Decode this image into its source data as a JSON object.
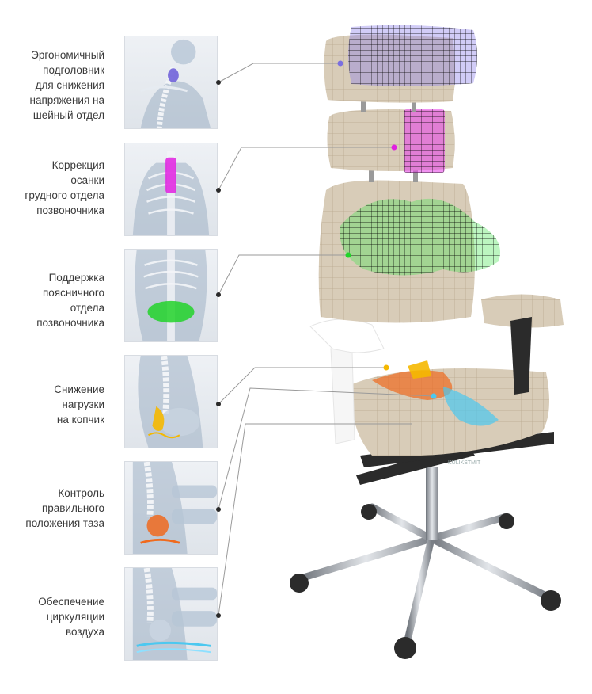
{
  "features": [
    {
      "lines": [
        "Эргономичный",
        "подголовник",
        "для снижения",
        "напряжения на",
        "шейный отдел"
      ],
      "highlight": "headrest",
      "color": "#7b6fe0"
    },
    {
      "lines": [
        "Коррекция",
        "осанки",
        "грудного отдела",
        "позвоночника"
      ],
      "highlight": "thoracic",
      "color": "#e020e0"
    },
    {
      "lines": [
        "Поддержка",
        "поясничного",
        "отдела",
        "позвоночника"
      ],
      "highlight": "lumbar",
      "color": "#22d42a"
    },
    {
      "lines": [
        "Снижение",
        "нагрузки",
        "на копчик"
      ],
      "highlight": "coccyx",
      "color": "#f5b800"
    },
    {
      "lines": [
        "Контроль",
        "правильного",
        "положения таза"
      ],
      "highlight": "pelvis",
      "color": "#f06a1e"
    },
    {
      "lines": [
        "Обеспечение",
        "циркуляции",
        "воздуха"
      ],
      "highlight": "air",
      "color": "#4cc8f0"
    }
  ],
  "chair": {
    "brand": "KULIKSTMIT",
    "upholstery_color": "#d8ccb8",
    "grid_color": "#b9a98f",
    "frame_color": "#2b2b2b",
    "chrome_color": "#a9adb3"
  }
}
